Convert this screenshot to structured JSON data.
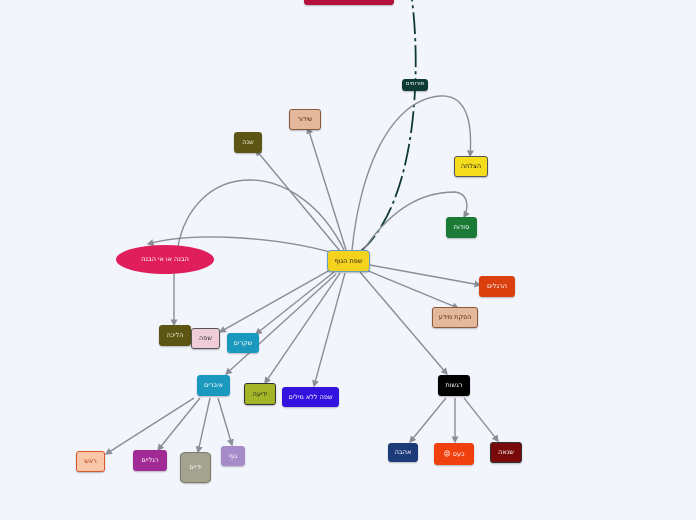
{
  "map": {
    "center": {
      "label": "שפת הגוף"
    },
    "nodes": {
      "forums": {
        "label": "פורומים"
      },
      "success": {
        "label": "הצלחה"
      },
      "secrets": {
        "label": "סודות"
      },
      "legs": {
        "label": "הרגלים"
      },
      "production": {
        "label": "הפקת מידע"
      },
      "emotions": {
        "label": "רגשות"
      },
      "love": {
        "label": "אהבה"
      },
      "anger": {
        "label": "כעס",
        "emoji": "😡"
      },
      "hate": {
        "label": "שנאה"
      },
      "speechless": {
        "label": "שפה ללא מילים"
      },
      "knowledge": {
        "label": "ידיעה"
      },
      "organs": {
        "label": "איברים"
      },
      "head": {
        "label": "ראש"
      },
      "legs2": {
        "label": "רגליים"
      },
      "hands": {
        "label": "ידיים"
      },
      "body": {
        "label": "גוף"
      },
      "lies": {
        "label": "שקרים"
      },
      "language": {
        "label": "שפה"
      },
      "walking": {
        "label": "הליכה"
      },
      "understanding": {
        "label": "הבנה או אי הבנה"
      },
      "year": {
        "label": "שנה"
      },
      "broadcast": {
        "label": "שידור"
      }
    }
  }
}
